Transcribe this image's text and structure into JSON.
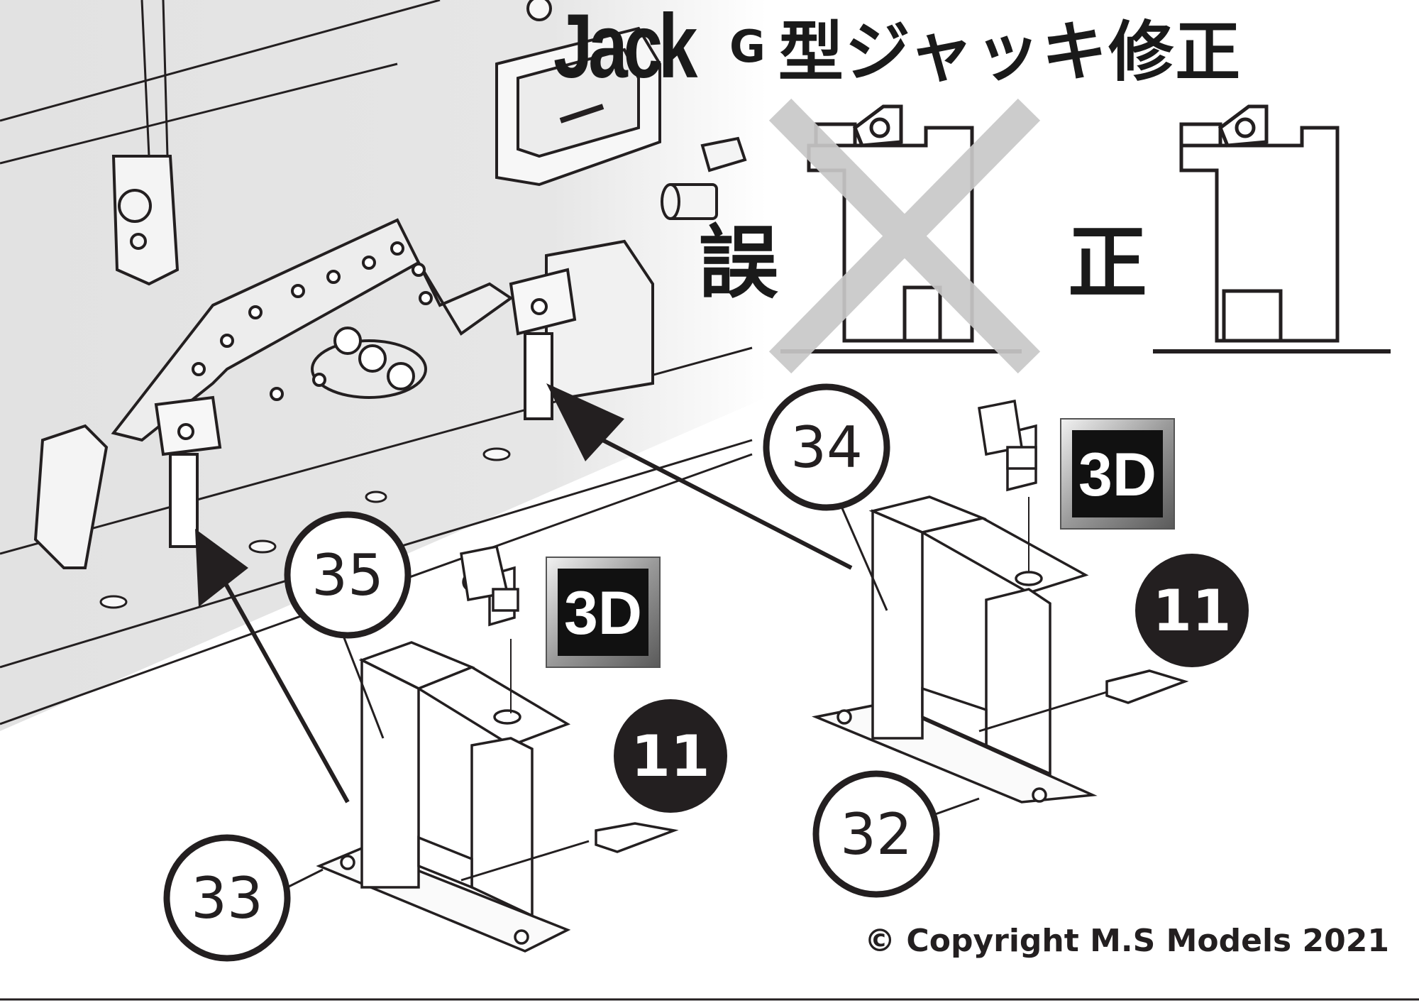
{
  "header": {
    "title_latin": "Jack",
    "title_g": "G",
    "title_jp": "型ジャッキ修正"
  },
  "comparison": {
    "wrong_label": "誤",
    "right_label": "正"
  },
  "callouts": {
    "part_35": "35",
    "part_33": "33",
    "part_34": "34",
    "part_32": "32",
    "part_11_left": "11",
    "part_11_right": "11"
  },
  "badges": {
    "badge_left": "3D",
    "badge_right": "3D"
  },
  "footer": {
    "copyright": "© Copyright M.S Models 2021"
  },
  "colors": {
    "ink": "#231f20",
    "panel_gray": "#e6e6e6",
    "cross_gray": "#c8c8c8"
  }
}
